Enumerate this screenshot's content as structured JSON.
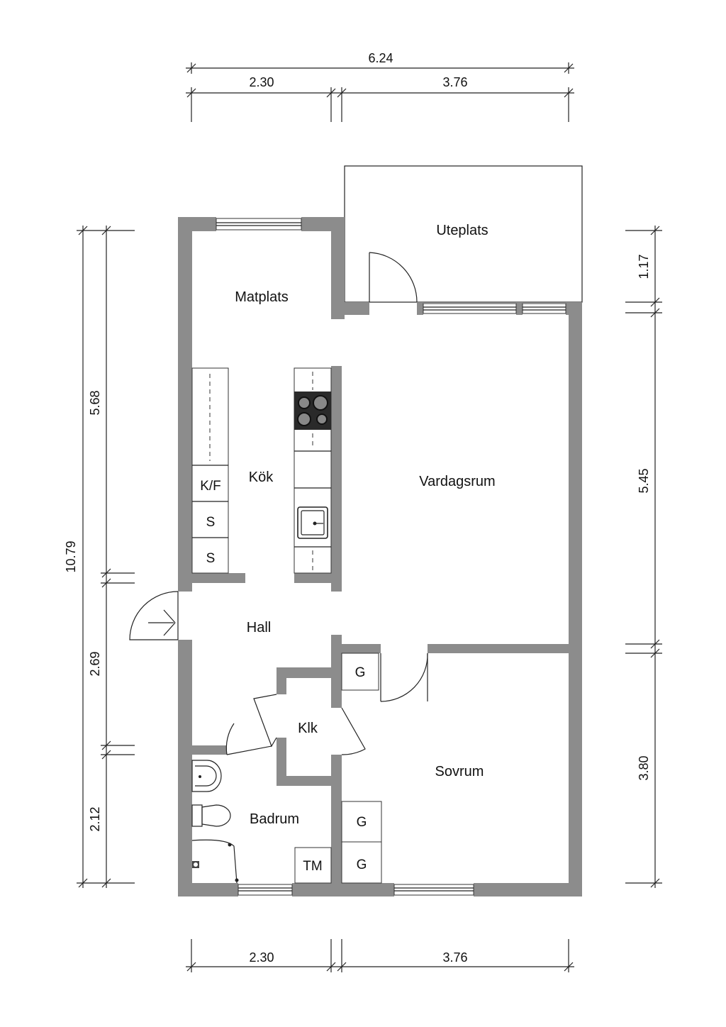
{
  "rooms": {
    "uteplats": "Uteplats",
    "matplats": "Matplats",
    "kok": "Kök",
    "vardagsrum": "Vardagsrum",
    "hall": "Hall",
    "klk": "Klk",
    "badrum": "Badrum",
    "sovrum": "Sovrum"
  },
  "appliances": {
    "kf": "K/F",
    "s1": "S",
    "s2": "S",
    "g_hall": "G",
    "g_sovrum_1": "G",
    "g_sovrum_2": "G",
    "tm": "TM"
  },
  "dimensions": {
    "top_total": "6.24",
    "top_left": "2.30",
    "top_right": "3.76",
    "bottom_left": "2.30",
    "bottom_right": "3.76",
    "left_total": "10.79",
    "left_upper": "5.68",
    "left_middle": "2.69",
    "left_lower": "2.12",
    "right_upper": "1.17",
    "right_middle": "5.45",
    "right_lower": "3.80"
  },
  "colors": {
    "wall": "#8c8c8c",
    "line": "#222222",
    "hob": "#2a2a2a"
  }
}
